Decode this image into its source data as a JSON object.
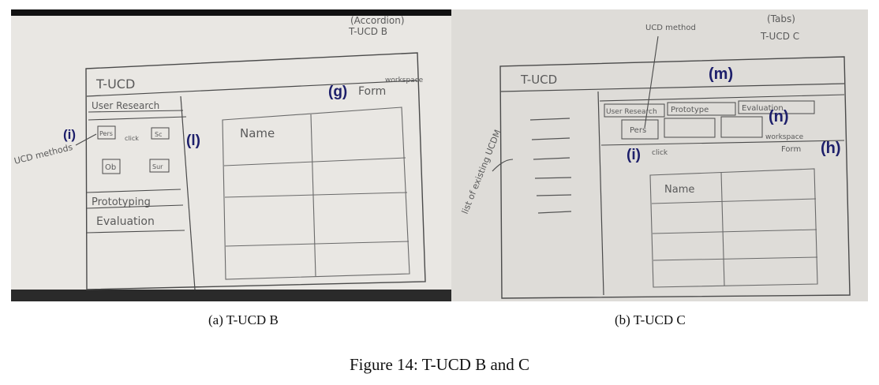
{
  "sketch_a": {
    "corner_note_1": "(Accordion)",
    "corner_note_2": "T-UCD B",
    "app_title": "T-UCD",
    "workspace_note": "workspace",
    "form_label": "Form",
    "sections": [
      "User Research",
      "Prototyping",
      "Evaluation"
    ],
    "method_boxes": [
      "Pers",
      "Sc",
      "Ob",
      "Sur"
    ],
    "click_note": "click",
    "ucd_methods_note": "UCD methods",
    "table_header": "Name",
    "annotations": {
      "i": "(i)",
      "l": "(l)",
      "g": "(g)"
    }
  },
  "sketch_b": {
    "corner_note_1": "(Tabs)",
    "corner_note_2": "T-UCD C",
    "ucd_method_note": "UCD method",
    "app_title": "T-UCD",
    "tabs": [
      "User Research",
      "Prototype",
      "Evaluation"
    ],
    "method_box": "Pers",
    "click_note": "click",
    "workspace_note": "workspace",
    "form_label": "Form",
    "list_note": "list of existing UCDM",
    "table_header": "Name",
    "annotations": {
      "m": "(m)",
      "n": "(n)",
      "i": "(i)",
      "h": "(h)"
    }
  },
  "captions": {
    "a": "(a) T-UCD B",
    "b": "(b) T-UCD C",
    "figure": "Figure 14: T-UCD B and C"
  }
}
